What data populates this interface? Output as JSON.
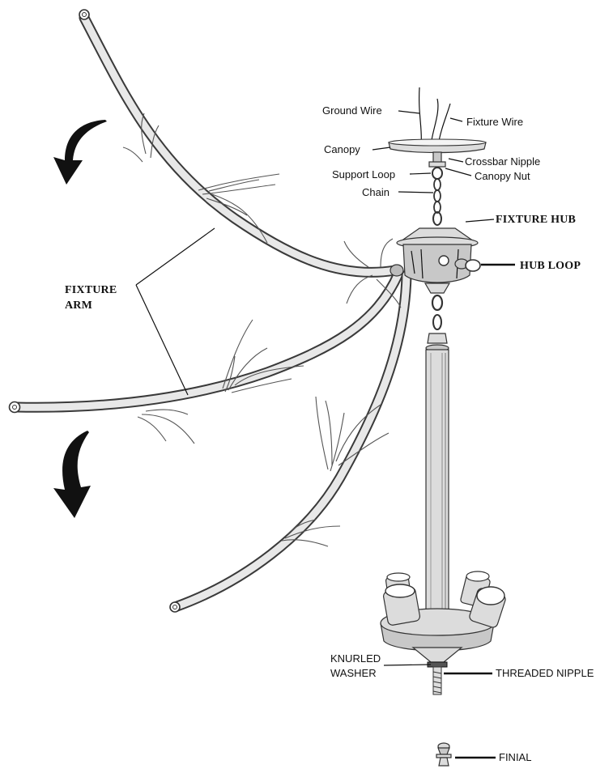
{
  "labels": {
    "ground_wire": "Ground Wire",
    "fixture_wire": "Fixture Wire",
    "canopy": "Canopy",
    "crossbar_nipple": "Crossbar Nipple",
    "support_loop": "Support Loop",
    "canopy_nut": "Canopy Nut",
    "chain": "Chain",
    "fixture_hub": "FIXTURE HUB",
    "hub_loop": "HUB LOOP",
    "fixture_arm_line1": "FIXTURE",
    "fixture_arm_line2": "ARM",
    "knurled_line1": "KNURLED",
    "knurled_line2": "WASHER",
    "threaded_nipple": "THREADED NIPPLE",
    "finial": "FINIAL"
  },
  "icons": [
    "curved-arrow-icon",
    "curved-arrow-icon"
  ],
  "colors": {
    "ink": "#111111",
    "arm_fill": "#e8e8e8",
    "metal": "#dcdcdc"
  }
}
